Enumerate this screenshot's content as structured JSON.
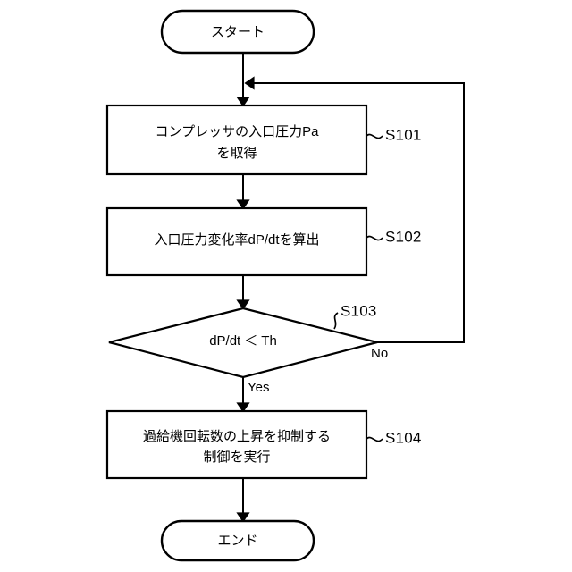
{
  "diagram": {
    "type": "flowchart",
    "orientation": "vertical",
    "language": "ja",
    "nodes": {
      "start": {
        "shape": "terminator",
        "label": "スタート"
      },
      "s101": {
        "shape": "process",
        "label_line1": "コンプレッサの入口圧力Pa",
        "label_line2": "を取得",
        "step": "S101"
      },
      "s102": {
        "shape": "process",
        "label_line1": "入口圧力変化率dP/dtを算出",
        "step": "S102"
      },
      "s103": {
        "shape": "decision",
        "label": "dP/dt ＜ Th",
        "step": "S103",
        "branch_yes": "Yes",
        "branch_no": "No"
      },
      "s104": {
        "shape": "process",
        "label_line1": "過給機回転数の上昇を抑制する",
        "label_line2": "制御を実行",
        "step": "S104"
      },
      "end": {
        "shape": "terminator",
        "label": "エンド"
      }
    },
    "colors": {
      "stroke": "#000000",
      "fill": "#ffffff",
      "text": "#000000"
    }
  }
}
